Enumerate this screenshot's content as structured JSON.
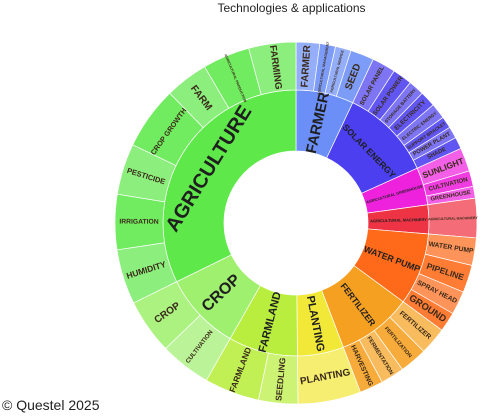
{
  "chart_data": {
    "type": "sunburst",
    "title": "Technologies & applications",
    "categories": [
      {
        "name": "FARMER",
        "value": 20,
        "color": "#6b8ff7",
        "children": [
          {
            "name": "FARMER",
            "value": 6
          },
          {
            "name": "AGRICULTURAL MANAGEMENT",
            "value": 4
          },
          {
            "name": "AGRICULTURAL SERVICE",
            "value": 4
          },
          {
            "name": "SEED",
            "value": 6
          }
        ]
      },
      {
        "name": "SOLAR ENERGY",
        "value": 32,
        "color": "#4b3ff0",
        "children": [
          {
            "name": "SOLAR PANEL",
            "value": 6
          },
          {
            "name": "SOLAR POWER",
            "value": 5
          },
          {
            "name": "STORAGE BATTERY",
            "value": 4
          },
          {
            "name": "ELECTRICITY",
            "value": 4
          },
          {
            "name": "ELECTRIC ENERGY",
            "value": 4
          },
          {
            "name": "SUPPORT BRACKET",
            "value": 3
          },
          {
            "name": "POWER PLANT",
            "value": 3
          },
          {
            "name": "SHADE",
            "value": 3
          }
        ]
      },
      {
        "name": "AGRICULTURAL GREENHOUSE",
        "value": 13,
        "color": "#ee22dd",
        "children": [
          {
            "name": "SUNLIGHT",
            "value": 6
          },
          {
            "name": "CULTIVATION",
            "value": 4
          },
          {
            "name": "GREENHOUSE",
            "value": 3
          }
        ]
      },
      {
        "name": "AGRICULTURAL MACHINERY",
        "value": 10,
        "color": "#ee3344",
        "children": [
          {
            "name": "AGRICULTURAL MACHINERY",
            "value": 10
          }
        ]
      },
      {
        "name": "WATER PUMP",
        "value": 25,
        "color": "#ff6a1a",
        "children": [
          {
            "name": "WATER PUMP",
            "value": 7
          },
          {
            "name": "PIPELINE",
            "value": 7
          },
          {
            "name": "SPRAY HEAD",
            "value": 6
          },
          {
            "name": "GROUND",
            "value": 5
          }
        ]
      },
      {
        "name": "FERTILIZER",
        "value": 26,
        "color": "#f5a020",
        "children": [
          {
            "name": "FERTILIZER",
            "value": 7
          },
          {
            "name": "FERTILIZATION",
            "value": 7
          },
          {
            "name": "FERMENTATION",
            "value": 6
          },
          {
            "name": "HARVESTING",
            "value": 6
          }
        ]
      },
      {
        "name": "PLANTING",
        "value": 16,
        "color": "#f2e838",
        "children": [
          {
            "name": "PLANTING",
            "value": 16
          }
        ]
      },
      {
        "name": "FARMLAND",
        "value": 24,
        "color": "#b9ee3e",
        "children": [
          {
            "name": "SEEDLING",
            "value": 10
          },
          {
            "name": "FARMLAND",
            "value": 14
          }
        ]
      },
      {
        "name": "CROP",
        "value": 27,
        "color": "#a0f070",
        "children": [
          {
            "name": "CULTIVATION",
            "value": 13
          },
          {
            "name": "CROP",
            "value": 14
          }
        ]
      },
      {
        "name": "AGRICULTURE",
        "value": 92,
        "color": "#5ee84a",
        "children": [
          {
            "name": "HUMIDITY",
            "value": 14
          },
          {
            "name": "IRRIGATION",
            "value": 14
          },
          {
            "name": "PESTICIDE",
            "value": 13
          },
          {
            "name": "CROP GROWTH",
            "value": 16
          },
          {
            "name": "FARM",
            "value": 11
          },
          {
            "name": "AGRICULTURAL PRODUCTION",
            "value": 12
          },
          {
            "name": "FARMING",
            "value": 12
          }
        ]
      }
    ]
  },
  "footer": {
    "copyright": "© Questel 2025"
  }
}
